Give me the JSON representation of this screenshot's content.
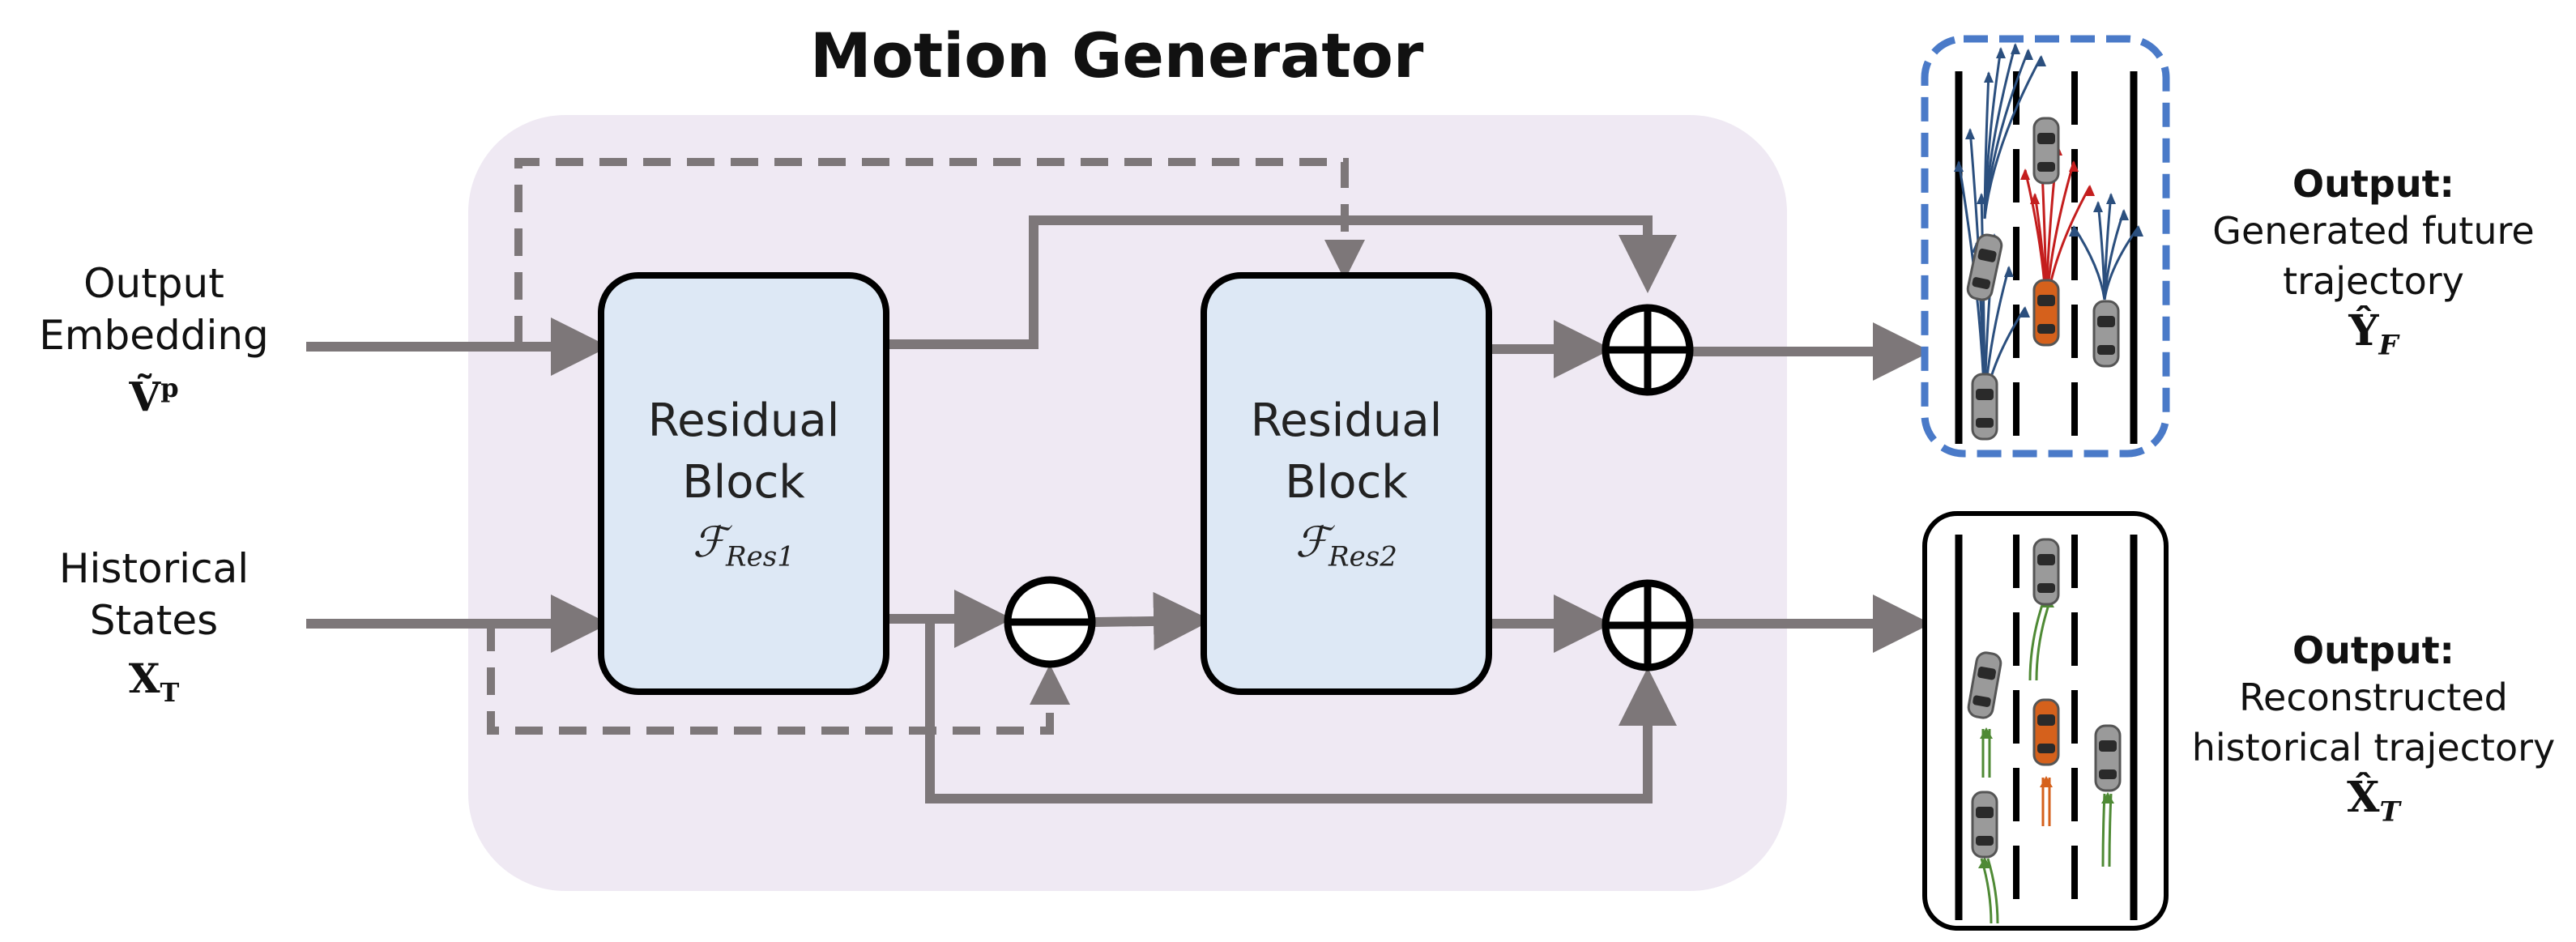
{
  "title": "Motion Generator",
  "inputs": {
    "embedding": {
      "line1": "Output",
      "line2": "Embedding",
      "symbol": "Ṽ",
      "superscript": "p"
    },
    "historical": {
      "line1": "Historical",
      "line2": "States",
      "symbol": "X",
      "subscript": "T"
    }
  },
  "blocks": [
    {
      "line1": "Residual",
      "line2": "Block",
      "symbol": "ℱ",
      "subscript": "Res1"
    },
    {
      "line1": "Residual",
      "line2": "Block",
      "symbol": "ℱ",
      "subscript": "Res2"
    }
  ],
  "operators": {
    "plus": "⊕",
    "minus": "⊖"
  },
  "outputs": {
    "future": {
      "heading": "Output:",
      "line1": "Generated future",
      "line2": "trajectory",
      "symbol": "Ŷ",
      "subscript": "F"
    },
    "historical": {
      "heading": "Output:",
      "line1": "Reconstructed",
      "line2": "historical trajectory",
      "symbol": "X̂",
      "subscript": "T"
    }
  },
  "colors": {
    "panel": "#efe9f3",
    "block_fill": "#dde8f5",
    "arrow": "#7d7779",
    "future_frame": "#4a7ac8",
    "future_traj": "#2b4f7e",
    "red_traj": "#c41e1e",
    "green_traj": "#4f8a35",
    "ego_car": "#d5611c",
    "other_car": "#9a9a9a"
  }
}
